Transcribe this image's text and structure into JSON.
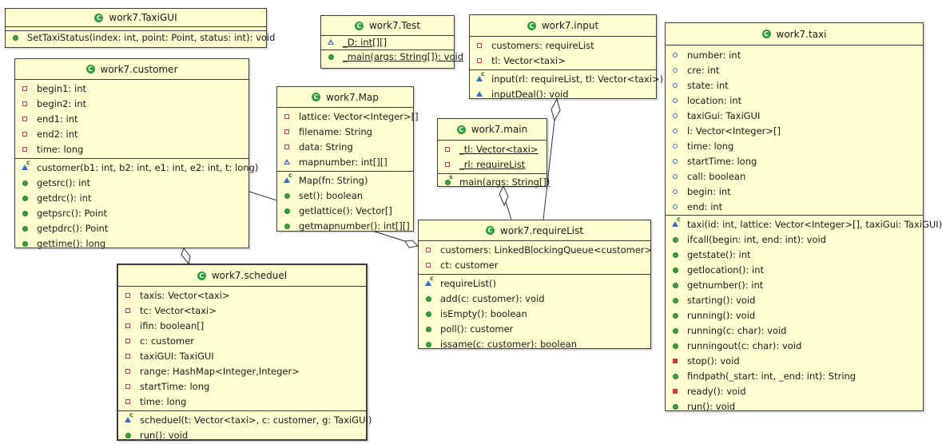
{
  "colors": {
    "class_fill": "#ffffd2",
    "border": "#3c3c3c",
    "class_icon": "#2e9e3c"
  },
  "classes": {
    "TaxiGUI": {
      "name": "work7.TaxiGUI",
      "fields": [],
      "methods": [
        {
          "vis": "public",
          "text": "SetTaxiStatus(index: int, point: Point, status: int): void"
        }
      ]
    },
    "Test": {
      "name": "work7.Test",
      "fields": [
        {
          "vis": "package-open",
          "text": "_D: int[][]",
          "underline": true
        }
      ],
      "methods": [
        {
          "vis": "public",
          "text": "_main(args: String[]): void",
          "underline": true
        }
      ]
    },
    "input": {
      "name": "work7.input",
      "fields": [
        {
          "vis": "private",
          "text": "customers: requireList"
        },
        {
          "vis": "private",
          "text": "tl: Vector<taxi>"
        }
      ],
      "methods": [
        {
          "vis": "package ctor",
          "text": "input(rl: requireList, tl: Vector<taxi>)"
        },
        {
          "vis": "package",
          "text": "inputDeal(): void"
        }
      ]
    },
    "taxi": {
      "name": "work7.taxi",
      "fields": [
        {
          "vis": "public-open",
          "text": "number: int"
        },
        {
          "vis": "public-open",
          "text": "cre: int"
        },
        {
          "vis": "public-open",
          "text": "state: int"
        },
        {
          "vis": "public-open",
          "text": "location: int"
        },
        {
          "vis": "public-open",
          "text": "taxiGui: TaxiGUI"
        },
        {
          "vis": "public-open",
          "text": "l: Vector<Integer>[]"
        },
        {
          "vis": "public-open",
          "text": "time: long"
        },
        {
          "vis": "public-open",
          "text": "startTime: long"
        },
        {
          "vis": "public-open",
          "text": "call: boolean"
        },
        {
          "vis": "public-open",
          "text": "begin: int"
        },
        {
          "vis": "public-open",
          "text": "end: int"
        }
      ],
      "methods": [
        {
          "vis": "package ctor",
          "text": "taxi(id: int, lattice: Vector<Integer>[], taxiGui: TaxiGUI)"
        },
        {
          "vis": "public",
          "text": "ifcall(begin: int, end: int): void"
        },
        {
          "vis": "public",
          "text": "getstate(): int"
        },
        {
          "vis": "public",
          "text": "getlocation(): int"
        },
        {
          "vis": "public",
          "text": "getnumber(): int"
        },
        {
          "vis": "public",
          "text": "starting(): void"
        },
        {
          "vis": "public",
          "text": "running(): void"
        },
        {
          "vis": "public",
          "text": "running(c: char): void"
        },
        {
          "vis": "public",
          "text": "runningout(c: char): void"
        },
        {
          "vis": "private-filled",
          "text": "stop(): void"
        },
        {
          "vis": "public",
          "text": "findpath(_start: int, _end: int): String"
        },
        {
          "vis": "private-filled",
          "text": "ready(): void"
        },
        {
          "vis": "public",
          "text": "run(): void"
        }
      ]
    },
    "customer": {
      "name": "work7.customer",
      "fields": [
        {
          "vis": "private",
          "text": "begin1: int"
        },
        {
          "vis": "private",
          "text": "begin2: int"
        },
        {
          "vis": "private",
          "text": "end1: int"
        },
        {
          "vis": "private",
          "text": "end2: int"
        },
        {
          "vis": "private",
          "text": "time: long"
        }
      ],
      "methods": [
        {
          "vis": "package ctor",
          "text": "customer(b1: int, b2: int, e1: int, e2: int, t: long)"
        },
        {
          "vis": "public",
          "text": "getsrc(): int"
        },
        {
          "vis": "public",
          "text": "getdrc(): int"
        },
        {
          "vis": "public",
          "text": "getpsrc(): Point"
        },
        {
          "vis": "public",
          "text": "getpdrc(): Point"
        },
        {
          "vis": "public",
          "text": "gettime(): long"
        }
      ]
    },
    "Map": {
      "name": "work7.Map",
      "fields": [
        {
          "vis": "private",
          "text": "lattice: Vector<Integer>[]"
        },
        {
          "vis": "private",
          "text": "filename: String"
        },
        {
          "vis": "private",
          "text": "data: String"
        },
        {
          "vis": "package-open",
          "text": "mapnumber: int[][]"
        }
      ],
      "methods": [
        {
          "vis": "package ctor",
          "text": "Map(fn: String)"
        },
        {
          "vis": "public",
          "text": "set(): boolean"
        },
        {
          "vis": "public",
          "text": "getlattice(): Vector[]"
        },
        {
          "vis": "public",
          "text": "getmapnumber(): int[][]"
        }
      ]
    },
    "main": {
      "name": "work7.main",
      "fields": [
        {
          "vis": "private",
          "text": "_tl: Vector<taxi>",
          "underline": true
        },
        {
          "vis": "private",
          "text": "_rl: requireList",
          "underline": true
        }
      ],
      "methods": [
        {
          "vis": "public static",
          "text": "main(args: String[])",
          "underline": true
        }
      ]
    },
    "requireList": {
      "name": "work7.requireList",
      "fields": [
        {
          "vis": "private",
          "text": "customers: LinkedBlockingQueue<customer>"
        },
        {
          "vis": "private",
          "text": "ct: customer"
        }
      ],
      "methods": [
        {
          "vis": "package ctor",
          "text": "requireList()"
        },
        {
          "vis": "public",
          "text": "add(c: customer): void"
        },
        {
          "vis": "public",
          "text": "isEmpty(): boolean"
        },
        {
          "vis": "public",
          "text": "poll(): customer"
        },
        {
          "vis": "public",
          "text": "issame(c: customer): boolean"
        }
      ]
    },
    "scheduel": {
      "name": "work7.scheduel",
      "fields": [
        {
          "vis": "private",
          "text": "taxis: Vector<taxi>"
        },
        {
          "vis": "private",
          "text": "tc: Vector<taxi>"
        },
        {
          "vis": "private",
          "text": "ifin: boolean[]"
        },
        {
          "vis": "private",
          "text": "c: customer"
        },
        {
          "vis": "private",
          "text": "taxiGUI: TaxiGUI"
        },
        {
          "vis": "private",
          "text": "range: HashMap<Integer,Integer>"
        },
        {
          "vis": "private",
          "text": "startTime: long"
        },
        {
          "vis": "private",
          "text": "time: long"
        }
      ],
      "methods": [
        {
          "vis": "package ctor",
          "text": "scheduel(t: Vector<taxi>, c: customer, g: TaxiGUI)"
        },
        {
          "vis": "public",
          "text": "run(): void"
        }
      ]
    }
  }
}
